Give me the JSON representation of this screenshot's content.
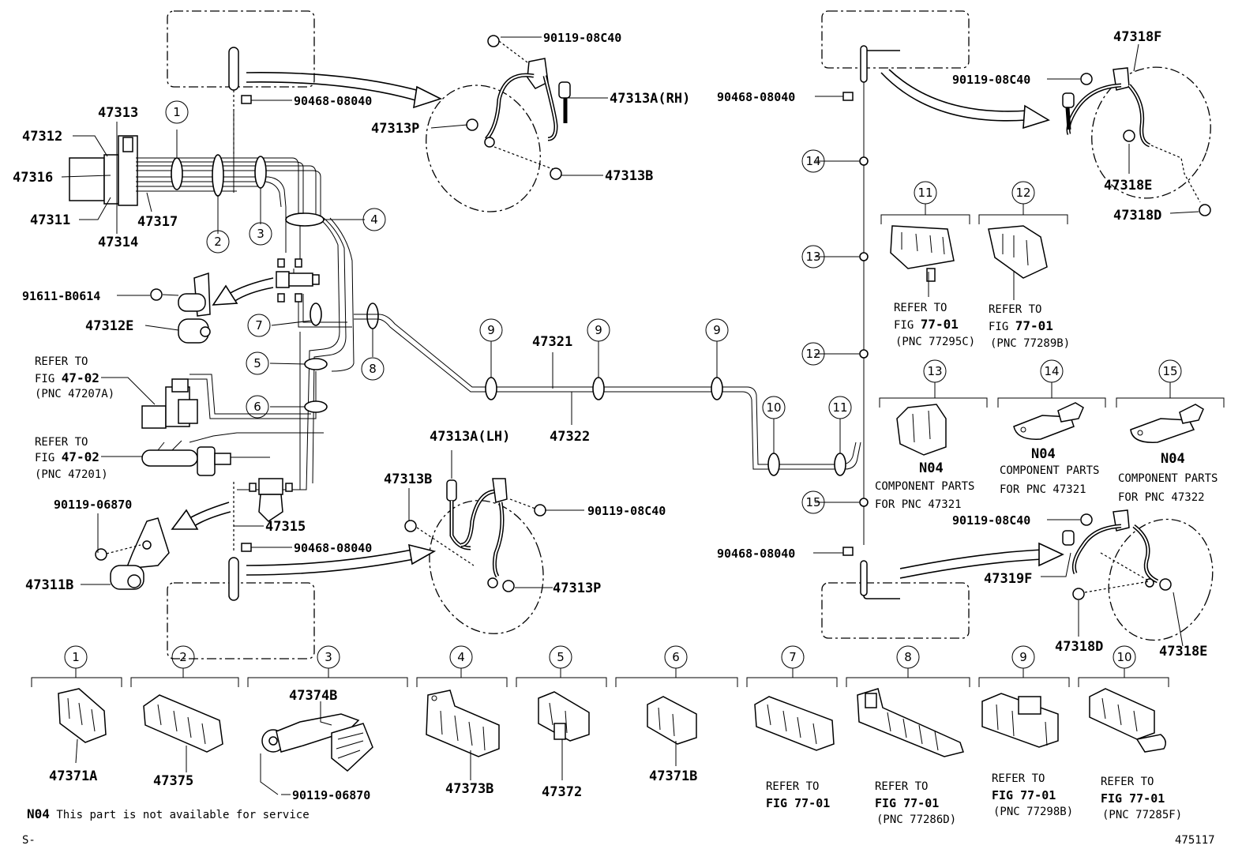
{
  "diagram": {
    "parts": {
      "p90119_08C40_a": "90119-08C40",
      "p90468_08040_a": "90468-08040",
      "p47313A_RH": "47313A(RH)",
      "p47313P_a": "47313P",
      "p47313B_a": "47313B",
      "p47313": "47313",
      "p47312": "47312",
      "p47316": "47316",
      "p47311": "47311",
      "p47314": "47314",
      "p47317": "47317",
      "p91611": "91611-B0614",
      "p47312E": "47312E",
      "p47321": "47321",
      "p47322": "47322",
      "p47313A_LH": "47313A(LH)",
      "p47313B_b": "47313B",
      "p90119_08C40_b": "90119-08C40",
      "p47313P_b": "47313P",
      "p90119_06870_a": "90119-06870",
      "p47315": "47315",
      "p90468_08040_b": "90468-08040",
      "p47311B": "47311B",
      "p90468_08040_c": "90468-08040",
      "p47318F": "47318F",
      "p90119_08C40_c": "90119-08C40",
      "p47318E_a": "47318E",
      "p47318D_a": "47318D",
      "p90119_08C40_d": "90119-08C40",
      "p90468_08040_d": "90468-08040",
      "p47319F": "47319F",
      "p47318D_b": "47318D",
      "p47318E_b": "47318E",
      "p47374B": "47374B",
      "p90119_06870_b": "90119-06870",
      "p47371A": "47371A",
      "p47375": "47375",
      "p47373B": "47373B",
      "p47372": "47372",
      "p47371B": "47371B"
    },
    "refs": {
      "ref47_02a_l1": "REFER TO",
      "ref47_02a_l2a": "FIG ",
      "ref47_02a_l2b": "47-02",
      "ref47_02a_l3": "(PNC 47207A)",
      "ref47_02b_l1": "REFER TO",
      "ref47_02b_l2a": "FIG ",
      "ref47_02b_l2b": "47-02",
      "ref47_02b_l3": "(PNC 47201)",
      "c11_l1": "REFER TO",
      "c11_l2a": "FIG ",
      "c11_l2b": "77-01",
      "c11_l3": "(PNC 77295C)",
      "c12_l1": "REFER TO",
      "c12_l2a": "FIG ",
      "c12_l2b": "77-01",
      "c12_l3": "(PNC 77289B)",
      "c13_n04": "N04",
      "c13_l1": "COMPONENT PARTS",
      "c13_l2": "FOR PNC 47321",
      "c14_n04": "N04",
      "c14_l1": "COMPONENT PARTS",
      "c14_l2": "FOR PNC 47321",
      "c15_n04": "N04",
      "c15_l1": "COMPONENT PARTS",
      "c15_l2": "FOR PNC 47322",
      "c7_l1": "REFER TO",
      "c7_l2": "FIG 77-01",
      "c8_l1": "REFER TO",
      "c8_l2": "FIG 77-01",
      "c8_l3": "(PNC 77286D)",
      "c9_l1": "REFER TO",
      "c9_l2": "FIG 77-01",
      "c9_l3": "(PNC 77298B)",
      "c10_l1": "REFER TO",
      "c10_l2": "FIG 77-01",
      "c10_l3": "(PNC 77285F)"
    },
    "callouts": [
      "1",
      "2",
      "3",
      "4",
      "5",
      "6",
      "7",
      "8",
      "9",
      "10",
      "11",
      "12",
      "13",
      "14",
      "15"
    ],
    "footer": {
      "note_code": "N04",
      "note_text": " This part is not available for service",
      "left_mark": "S-",
      "figure_id": "475117"
    }
  }
}
